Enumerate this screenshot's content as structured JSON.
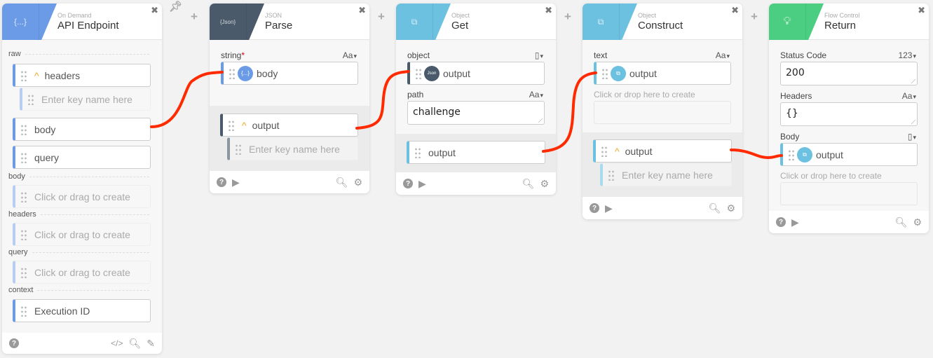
{
  "canvas": {
    "pin_icon": "pin-icon",
    "add_icon": "plus-icon",
    "add_label": "+"
  },
  "cards": {
    "api": {
      "category": "On Demand",
      "title": "API Endpoint",
      "color": "#6b9be6",
      "icon_text": "{...}",
      "sections": {
        "raw": "raw",
        "body": "body",
        "headers": "headers",
        "query": "query",
        "context": "context"
      },
      "raw_items": {
        "headers": "headers",
        "headers_key_placeholder": "Enter key name here",
        "body": "body",
        "query": "query"
      },
      "body_placeholder": "Click or drag to create",
      "headers_placeholder": "Click or drag to create",
      "query_placeholder": "Click or drag to create",
      "context_item": "Execution ID",
      "footer": {
        "help": "?",
        "code": "</>",
        "search": "search",
        "edit": "edit"
      }
    },
    "parse": {
      "category": "JSON",
      "title": "Parse",
      "color": "#4a5a6a",
      "icon_text": "{Json}",
      "field_label": "string",
      "required_mark": "*",
      "field_type": "Aa",
      "input_value": "body",
      "output_label": "output",
      "output_key_placeholder": "Enter key name here"
    },
    "get": {
      "category": "Object",
      "title": "Get",
      "color": "#6cc0e0",
      "object_label": "object",
      "object_type": "▯",
      "object_value": "output",
      "path_label": "path",
      "path_type": "Aa",
      "path_value": "challenge",
      "output_label": "output"
    },
    "construct": {
      "category": "Object",
      "title": "Construct",
      "color": "#6cc0e0",
      "text_label": "text",
      "text_type": "Aa",
      "text_value": "output",
      "create_hint": "Click or drop here to create",
      "output_label": "output",
      "output_key_placeholder": "Enter key name here"
    },
    "return": {
      "category": "Flow Control",
      "title": "Return",
      "color": "#4cce82",
      "status_label": "Status Code",
      "status_type": "123",
      "status_value": "200",
      "headers_label": "Headers",
      "headers_type": "Aa",
      "headers_value": "{}",
      "body_label": "Body",
      "body_type": "▯",
      "body_value": "output",
      "create_hint": "Click or drop here to create"
    }
  },
  "wire_color": "#ff2a00"
}
